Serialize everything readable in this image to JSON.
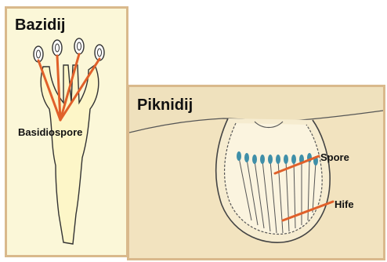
{
  "panels": {
    "basidium": {
      "title": "Bazidij",
      "labels": {
        "basidiospore": "Basidiospore"
      }
    },
    "pycnidium": {
      "title": "Piknidij",
      "labels": {
        "spore": "Spore",
        "hyphae": "Hife"
      }
    }
  },
  "colors": {
    "panel_left_bg": "#fbf7d8",
    "panel_right_bg": "#f2e3bf",
    "border": "#d9b98c",
    "pointer": "#e0602a",
    "spore_blue": "#3f8fa8"
  }
}
